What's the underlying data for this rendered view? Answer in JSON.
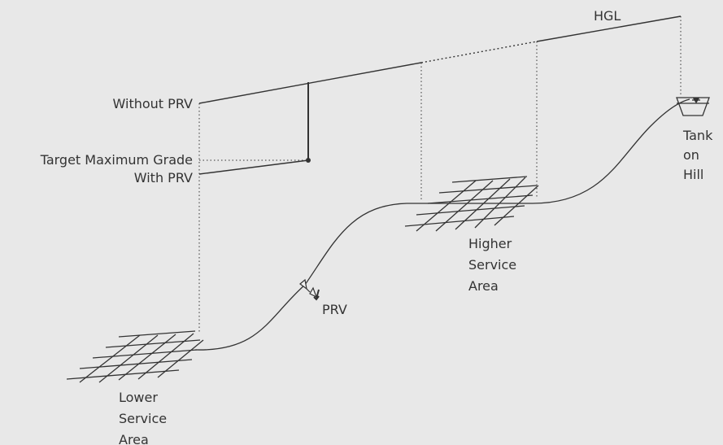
{
  "colors": {
    "background": "#e8e8e8",
    "line": "#333333",
    "text": "#333333"
  },
  "labels": {
    "hgl": "HGL",
    "without_prv": "Without PRV",
    "target_max_grade": "Target Maximum Grade",
    "with_prv": "With PRV",
    "tank_line1": "Tank",
    "tank_line2": "on",
    "tank_line3": "Hill",
    "higher_line1": "Higher",
    "higher_line2": "Service",
    "higher_line3": "Area",
    "prv": "PRV",
    "lower_line1": "Lower",
    "lower_line2": "Service",
    "lower_line3": "Area"
  },
  "icons": {
    "prv_valve": "valve-icon",
    "tank": "tank-icon",
    "water_level": "water-level-triangle-icon"
  }
}
